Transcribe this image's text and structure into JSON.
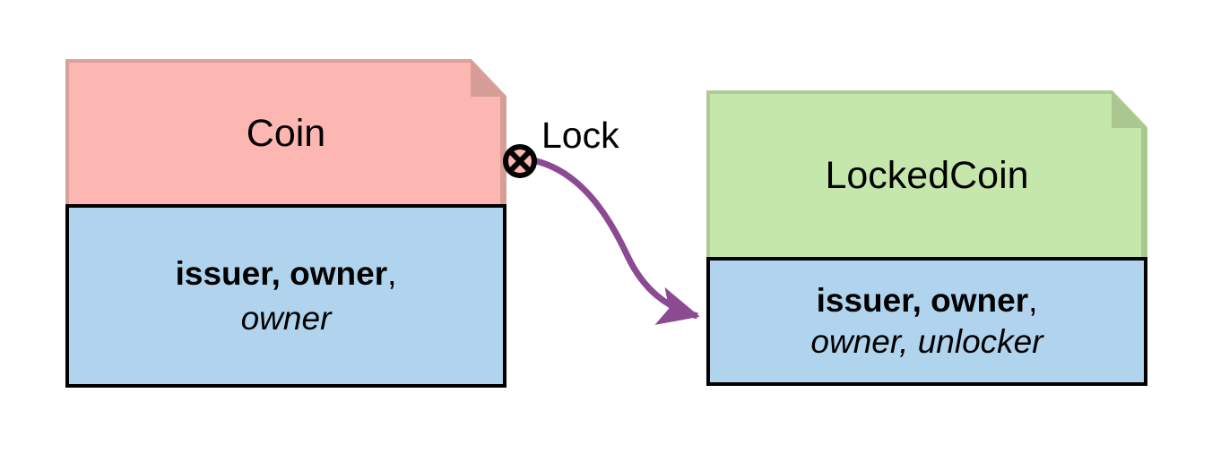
{
  "diagram": {
    "kind": "uml-object-diagram",
    "background": "#ffffff",
    "nodes": [
      {
        "id": "coin",
        "title": "Coin",
        "header_fill": "#fdb7b2",
        "header_fold_fill": "#d69d97",
        "header_edge": "#d9a29c",
        "body_fill": "#b0d4ed",
        "body_border": "#000000",
        "attributes_bold": "issuer, owner",
        "attributes_bold_suffix": ",",
        "attributes_italic": "owner"
      },
      {
        "id": "lockedcoin",
        "title": "LockedCoin",
        "header_fill": "#c5e7ab",
        "header_fold_fill": "#a9c78f",
        "header_edge": "#aecb94",
        "body_fill": "#b0d4ed",
        "body_border": "#000000",
        "attributes_bold": "issuer, owner",
        "attributes_bold_suffix": ",",
        "attributes_italic": "owner, unlocker"
      }
    ],
    "edges": [
      {
        "id": "lock",
        "label": "Lock",
        "from": "coin",
        "to": "lockedcoin",
        "stroke": "#8c4a93",
        "source_marker": "crossed-circle",
        "source_marker_fill": "#fdb7b2",
        "source_marker_stroke": "#000000",
        "target_marker": "filled-arrowhead"
      }
    ]
  }
}
